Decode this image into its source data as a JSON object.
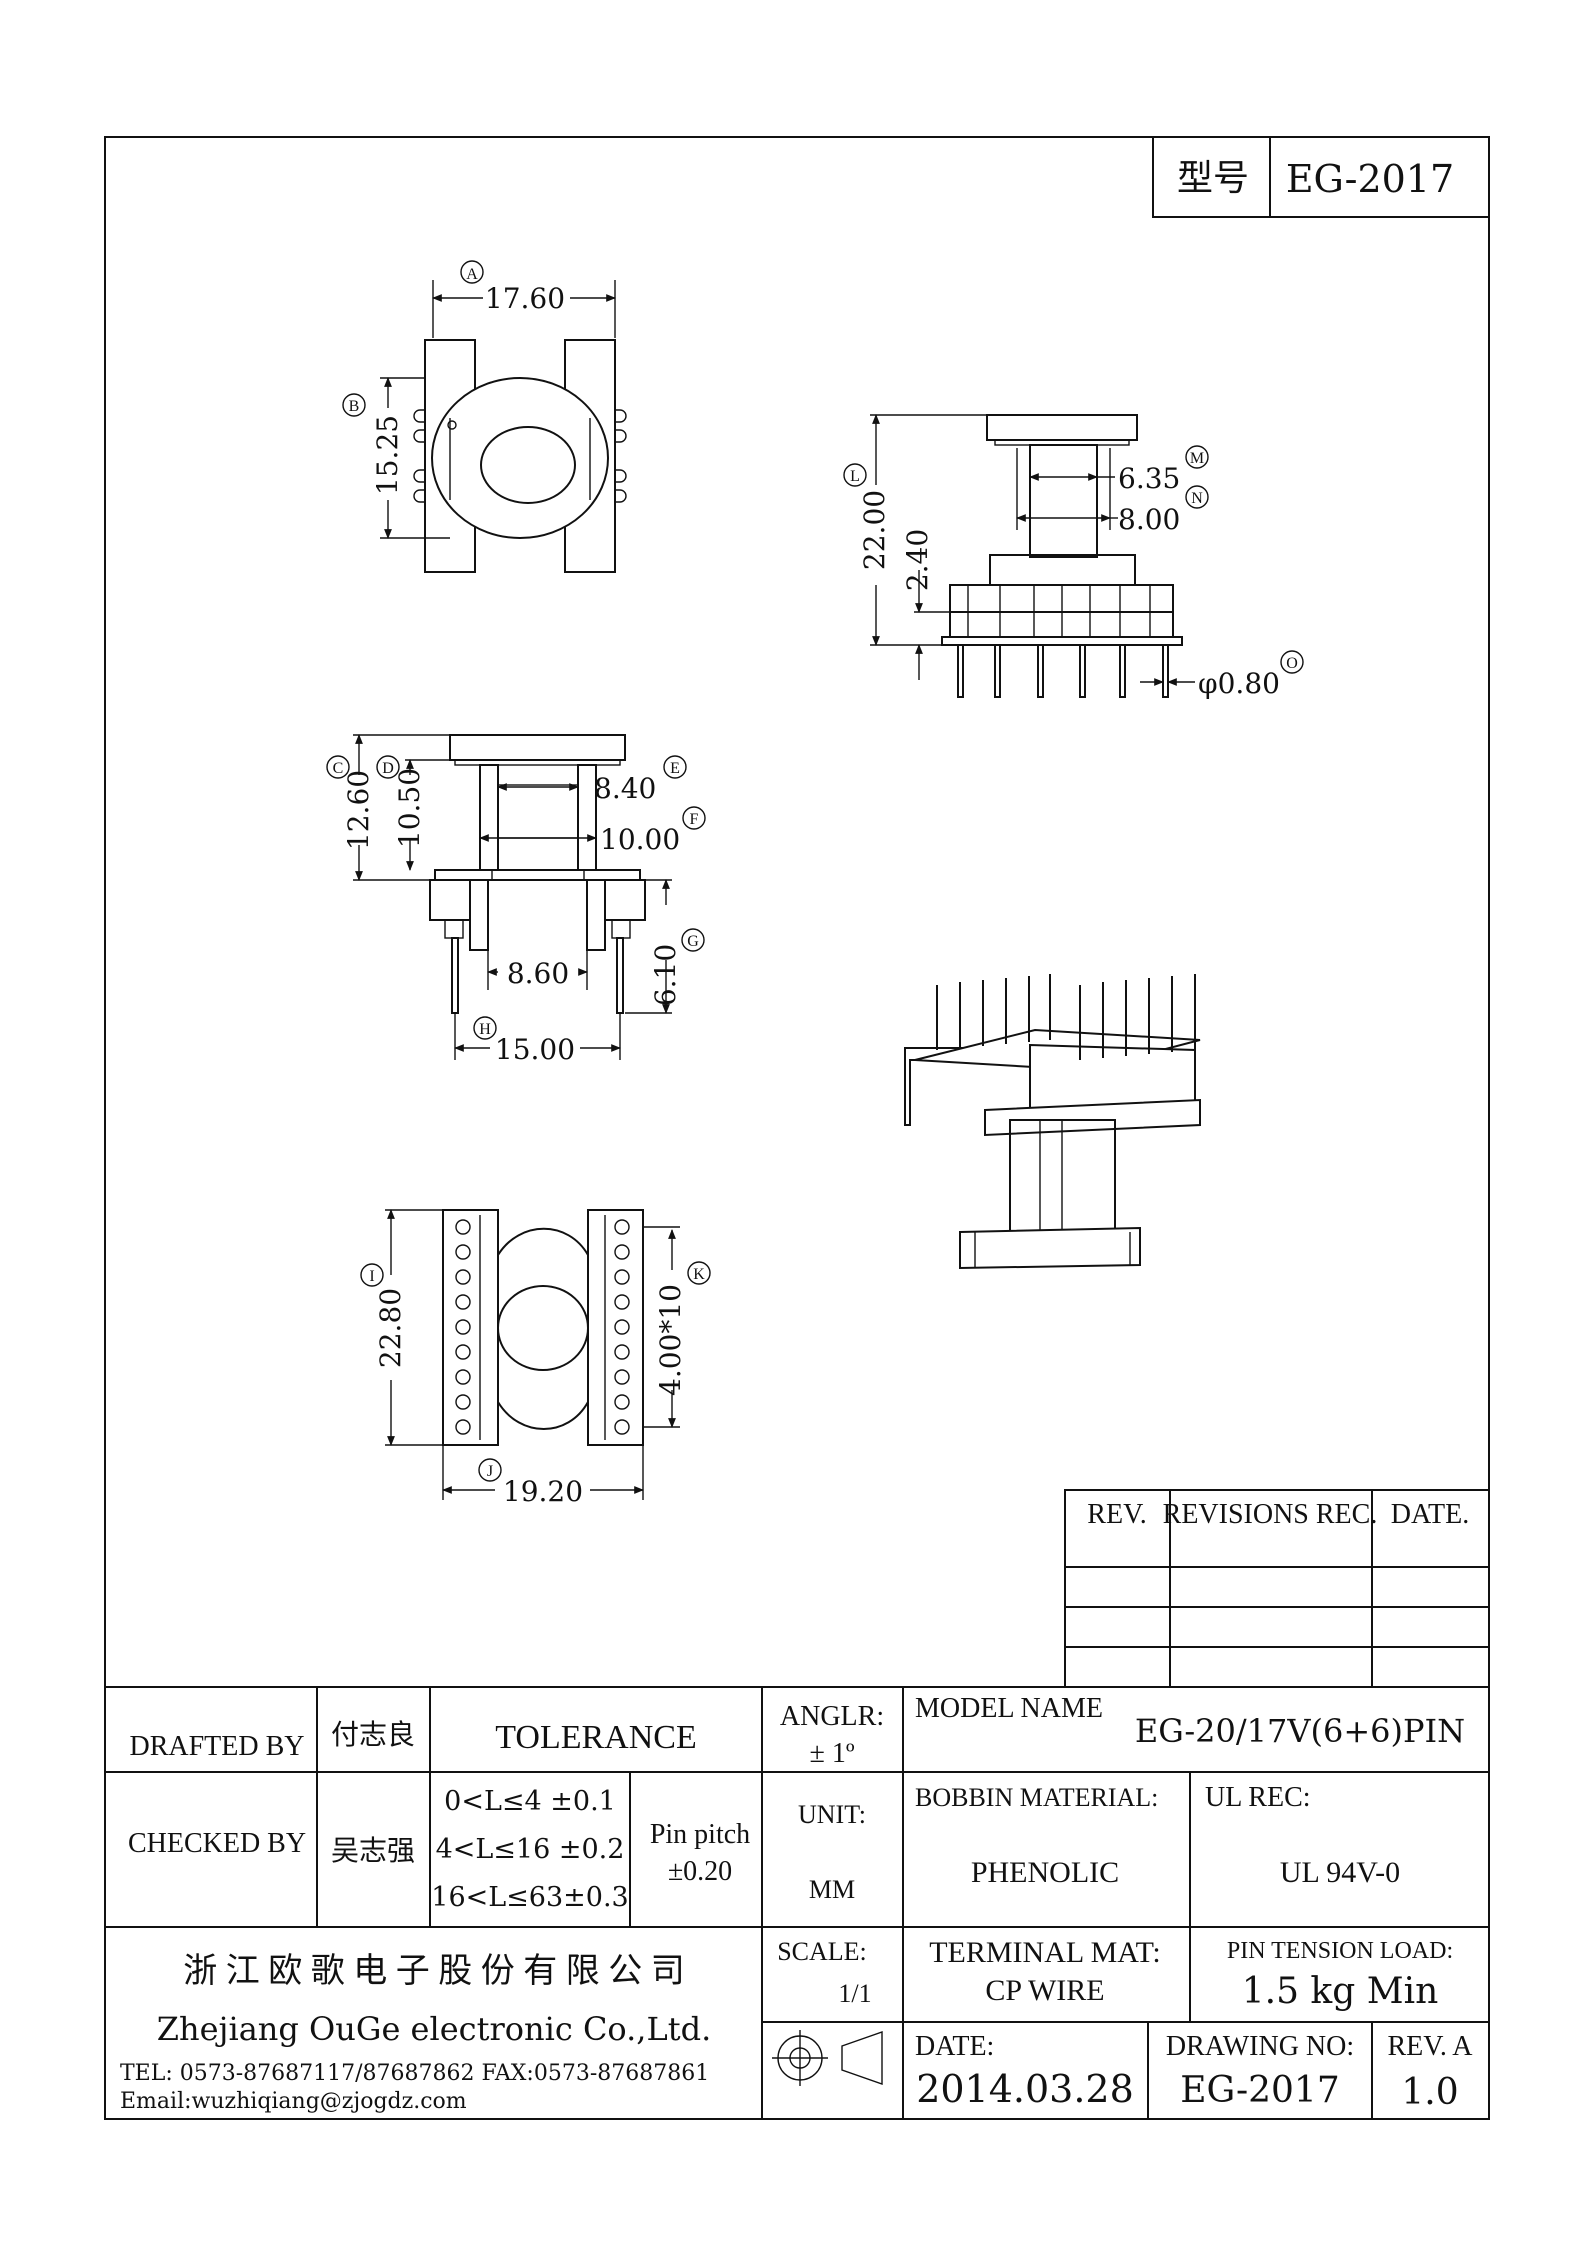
{
  "title_block_top": {
    "label": "型号",
    "value": "EG-2017"
  },
  "dimensions": {
    "A": {
      "tag": "A",
      "value": "17.60"
    },
    "B": {
      "tag": "B",
      "value": "15.25"
    },
    "L": {
      "tag": "L",
      "value": "22.00"
    },
    "L2": {
      "value": "2.40"
    },
    "M": {
      "tag": "M",
      "value": "6.35"
    },
    "N": {
      "tag": "N",
      "value": "8.00"
    },
    "O": {
      "tag": "O",
      "value": "φ0.80"
    },
    "C": {
      "tag": "C",
      "value": "12.60"
    },
    "D": {
      "tag": "D",
      "value": "10.50"
    },
    "E": {
      "tag": "E",
      "value": "8.40"
    },
    "F": {
      "tag": "F",
      "value": "10.00"
    },
    "G": {
      "tag": "G",
      "value": "6.10"
    },
    "H": {
      "tag": "H",
      "value": "15.00"
    },
    "H2": {
      "value": "8.60"
    },
    "I": {
      "tag": "I",
      "value": "22.80"
    },
    "J": {
      "tag": "J",
      "value": "19.20"
    },
    "K": {
      "tag": "K",
      "value": "4.00*10"
    }
  },
  "revisions": {
    "rev": "REV.",
    "revisions_rec": "REVISIONS REC.",
    "date": "DATE."
  },
  "title_block": {
    "drafted_by_label": "DRAFTED BY",
    "drafted_by": "付志良",
    "checked_by_label": "CHECKED BY",
    "checked_by": "吴志强",
    "tolerance_label": "TOLERANCE",
    "tol_row1": "0<L≤4  ±0.1",
    "tol_row2": "4<L≤16 ±0.2",
    "tol_row3": "16<L≤63±0.3",
    "pin_pitch_label": "Pin pitch",
    "pin_pitch_value": "±0.20",
    "anglr_label": "ANGLR:",
    "anglr_value": "± 1º",
    "unit_label": "UNIT:",
    "unit_value": "MM",
    "scale_label": "SCALE:",
    "scale_value": "1/1",
    "model_name_label": "MODEL NAME",
    "model_name": "EG-20/17V(6+6)PIN",
    "bobbin_material_label": "BOBBIN MATERIAL:",
    "bobbin_material": "PHENOLIC",
    "ul_rec_label": "UL REC:",
    "ul_rec": "UL 94V-0",
    "terminal_mat_label": "TERMINAL MAT:",
    "terminal_mat": "CP WIRE",
    "pin_tension_label": "PIN TENSION LOAD:",
    "pin_tension": "1.5 kg Min",
    "date_label": "DATE:",
    "date": "2014.03.28",
    "drawing_no_label": "DRAWING NO:",
    "drawing_no": "EG-2017",
    "rev_label": "REV. A",
    "rev": "1.0"
  },
  "company": {
    "name_cn": "浙 江 欧 歌 电 子 股 份 有 限 公 司",
    "name_en": "Zhejiang OuGe electronic Co.,Ltd.",
    "tel_fax": "TEL: 0573-87687117/87687862  FAX:0573-87687861",
    "email": "Email:wuzhiqiang@zjogdz.com"
  }
}
